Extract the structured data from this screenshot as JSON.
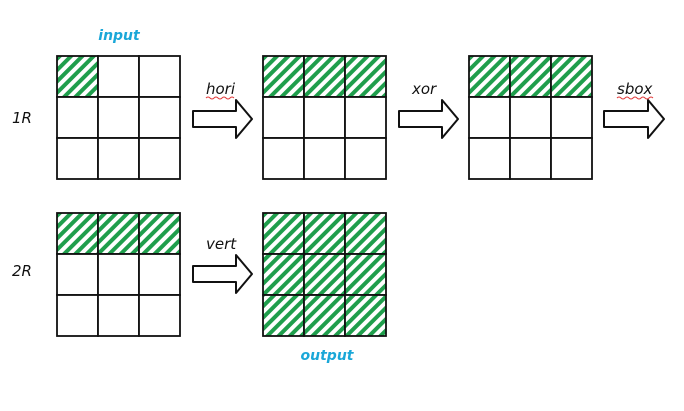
{
  "colors": {
    "accent_text": "#1aa7d8",
    "hatch": "#1f9e4c",
    "squiggle": "#e23a3a"
  },
  "labels": {
    "input": "input",
    "output": "output",
    "row1": "1R",
    "row2": "2R",
    "hori": "hori",
    "xor": "xor",
    "sbox": "sbox",
    "vert": "vert"
  },
  "grids": [
    {
      "id": "r1-input",
      "filled": [
        [
          1,
          0,
          0
        ],
        [
          0,
          0,
          0
        ],
        [
          0,
          0,
          0
        ]
      ]
    },
    {
      "id": "r1-hori",
      "filled": [
        [
          1,
          1,
          1
        ],
        [
          0,
          0,
          0
        ],
        [
          0,
          0,
          0
        ]
      ]
    },
    {
      "id": "r1-xor",
      "filled": [
        [
          1,
          1,
          1
        ],
        [
          0,
          0,
          0
        ],
        [
          0,
          0,
          0
        ]
      ]
    },
    {
      "id": "r2-input",
      "filled": [
        [
          1,
          1,
          1
        ],
        [
          0,
          0,
          0
        ],
        [
          0,
          0,
          0
        ]
      ]
    },
    {
      "id": "r2-output",
      "filled": [
        [
          1,
          1,
          1
        ],
        [
          1,
          1,
          1
        ],
        [
          1,
          1,
          1
        ]
      ]
    }
  ]
}
